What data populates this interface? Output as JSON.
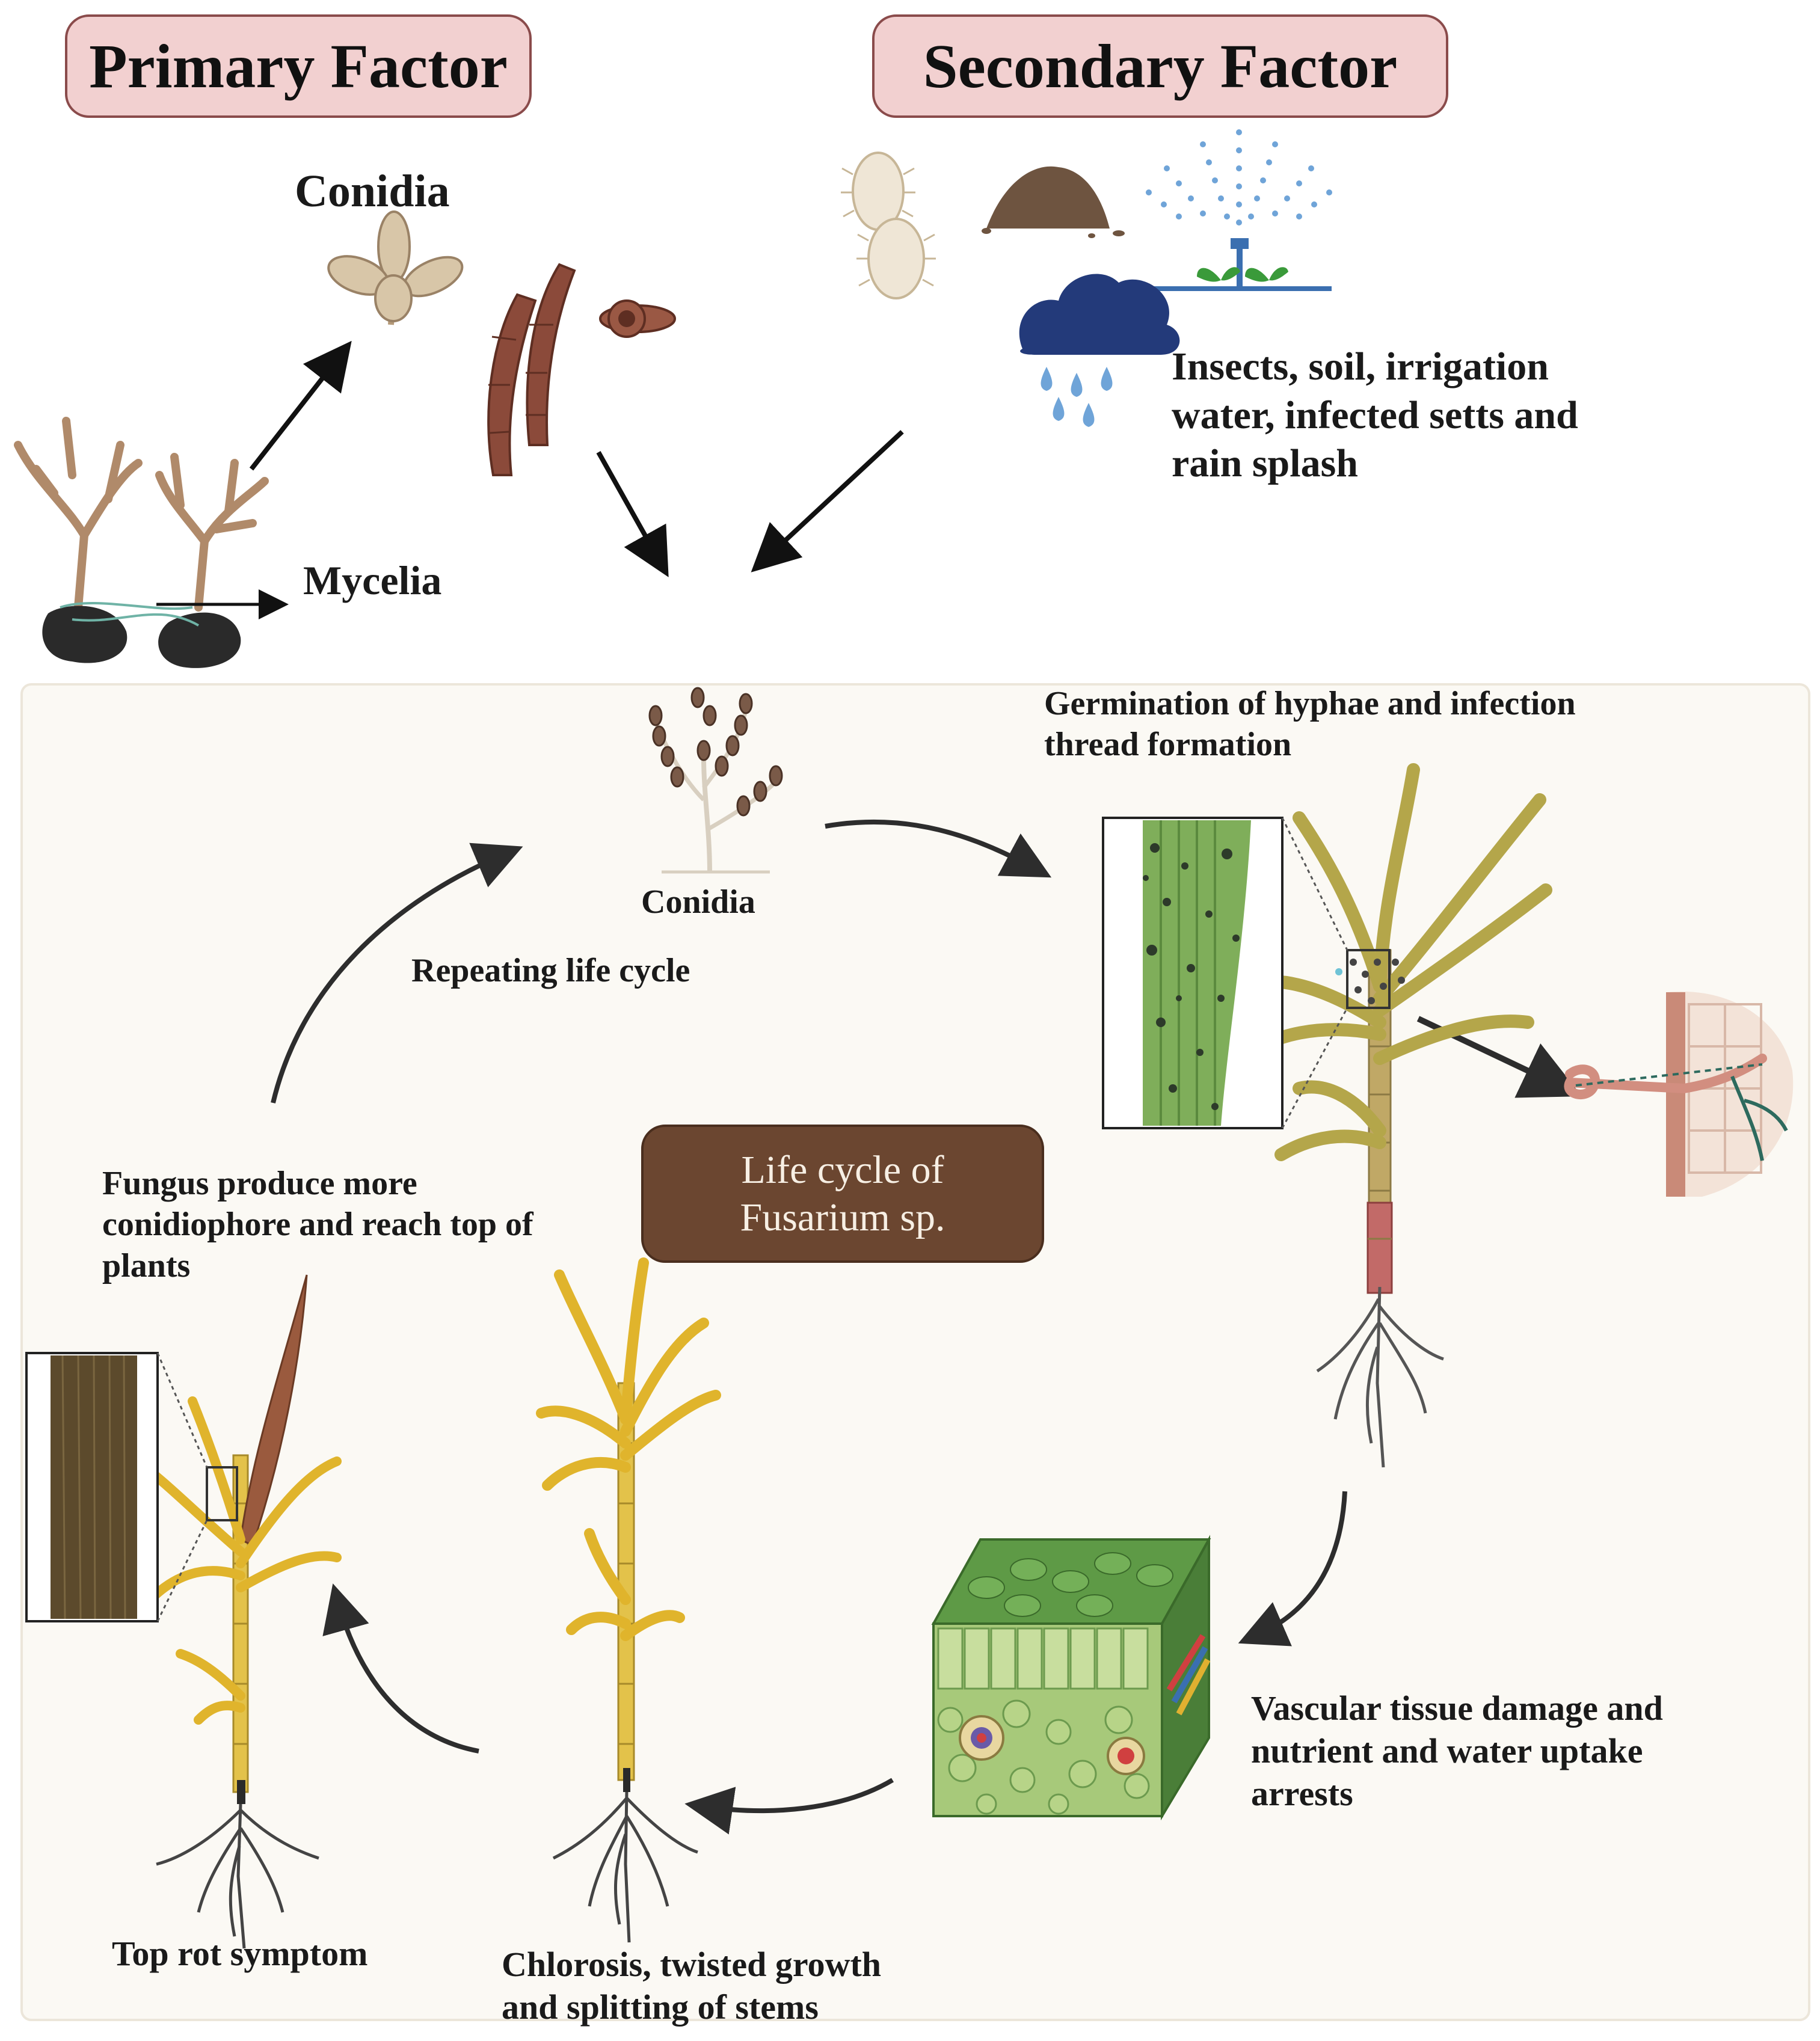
{
  "primary_factor": {
    "title": "Primary Factor"
  },
  "secondary_factor": {
    "title": "Secondary Factor",
    "description": "Insects, soil, irrigation water, infected setts and rain splash"
  },
  "labels": {
    "conidia_top": "Conidia",
    "mycelia": "Mycelia",
    "conidia_cycle": "Conidia",
    "germination": "Germination of hyphae and infection thread formation",
    "repeating": "Repeating life cycle",
    "fungus_produce": "Fungus produce more conidiophore and reach top of plants",
    "vascular": "Vascular tissue damage and nutrient and water uptake arrests",
    "top_rot": "Top rot symptom",
    "chlorosis": "Chlorosis, twisted growth and splitting of stems"
  },
  "center_title": "Life cycle of Fusarium sp.",
  "colors": {
    "factor_box_fill": "#f2d0d0",
    "factor_box_border": "#8a4b4b",
    "title_box_fill": "#6b4630",
    "panel_fill": "#fbf9f4",
    "healthy_leaf": "#b4a64a",
    "diseased_leaf": "#e0b42c",
    "tissue_green": "#5e9a46"
  }
}
